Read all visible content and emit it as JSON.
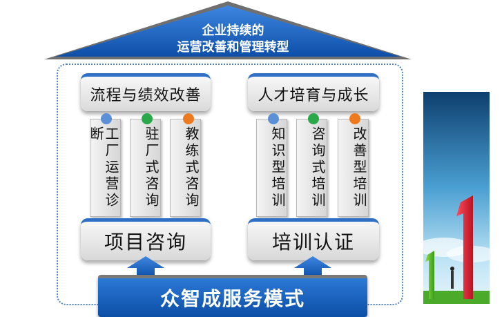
{
  "roof": {
    "line1": "企业持续的",
    "line2": "运营改善和管理转型"
  },
  "pillars": [
    {
      "header": "流程与绩效改善",
      "cards": [
        "工厂运营诊断",
        "驻厂式咨询",
        "教练式咨询"
      ],
      "base": "项目咨询"
    },
    {
      "header": "人才培育与成长",
      "cards": [
        "知识型培训",
        "咨询式培训",
        "改善型培训"
      ],
      "base": "培训认证"
    }
  ],
  "foundation": "众智成服务模式",
  "colors": {
    "brand_blue": "#1a56b0",
    "dot_blue": "#5b8fd6",
    "dot_green": "#2aa84a",
    "dot_orange": "#ee7a1f"
  },
  "icons": [
    "up-arrow-icon",
    "bullet-dot-icon"
  ]
}
